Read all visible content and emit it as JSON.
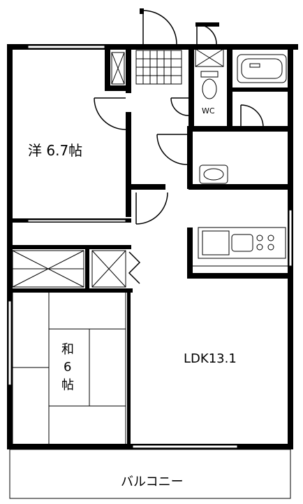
{
  "rooms": {
    "western": "洋 6.7帖",
    "japanese_line1": "和",
    "japanese_line2": "6",
    "japanese_line3": "帖",
    "ldk": "LDK13.1",
    "wc": "WC",
    "balcony": "バルコニー"
  }
}
